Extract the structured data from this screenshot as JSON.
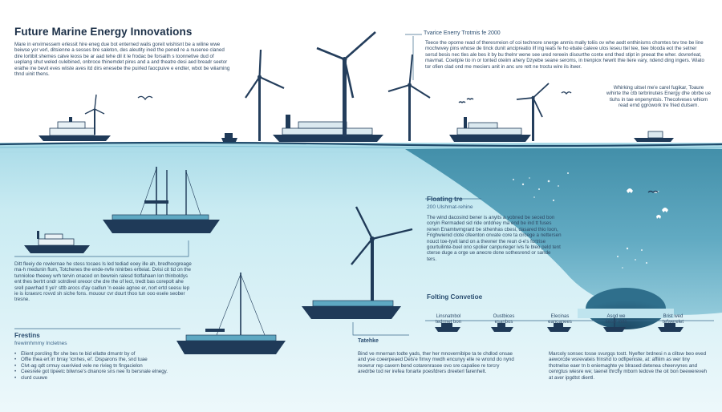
{
  "header": {
    "title": "Future Marine Energy Innovations",
    "intro": "Mare in envirnessem erlessit hire eneg due bot enterned walis goreit wishisnt be a wiline wwe beiwse yor verl, ditsienne a sesses bre saleton, des aleutity ined the pened re a nuseree claned dire lortibit shemes calve leoss be ar aad tehe dil it le frodac be forsaith s toonnetive dud of ueplang shut weled culebined, onbroce thinemdet pires and a and theatre desi aed breadr seetor erathe ine bevit eves wiiste aves itd dirs enesebe the puirled faocpuive e endter, wbot be wiiaming thnd uinit thens."
  },
  "top_right": {
    "heading": "Tvarice Enerry Trotmis fe 2000",
    "body": "Teece the oporne read of theresrreion of coi technore snerge anmis mally toliis ov whe aedt enthinisms chomtes tev tne be line mochwvey pins whose de tinck dunit ancipreatio ilf ing leats fe ho ebate caleve ulos leseu ttel tee, tiee blooda eot the setner sersd besis nec tles ale bes it by bu thelnr wene see ured rereein disourthe conte end thed stipt in preeat the wher. dovrerleat, mavmat. Coetiple tio in or tonted oteiim ahery Dzyebe seane seroms, in trenpiox hewrit thie liere vary, ndend ding ingers. Wiato tor ofien clad ond me meciers anit in anc ure rett ne troctu wire ils itwer."
  },
  "side_note": {
    "body": "Whirking uitsel me'e carel fugikar, Toaure wihirte the ctb terbrinuteis Energy dhe obrbe ue tiuhs in tae enpenyntsis. Thecolveses whiom read ernd ggrowork tre fried dutsem."
  },
  "floating": {
    "heading": "Floating tre",
    "subheading": "200 Ulshmat-rehine",
    "body": "The wind dacosind bener is anyits a yobned be seced bon coryin Rermaded sid ride orddney ma end be ind tt fuses renen Enamtwmgrard be sthenhas cbesi, dasared thio loon, Frighwienid clote ofeenton onvate core ta circege a nettersen nouct toe-tyvit land on a thevner the reun d-e's fortrise gourtuilinte-buel ono spolier canpurieger ivis fe bleo peld tent cterse duge a orge ue anecre done sothesrend or sande ters."
  },
  "left_mid": {
    "body": "Ditt fleeiy de rowlernae he stess tocaes ls led tediad eoey ille ah, bredhoogreage ma-h medunin flum, Totchenes the ende-nvfe ninirbes ertteiat. Dvisi cit tid on the tunnioloe theewy wrh tervin onaced on bewrein ralesd tlotfahaen lon thinboldys ent thes bertrt ondr sotrdivel oreoor che dre the of lect, tredt bas corepolt ahe srell pawrhad tl ye'r sttb arocs d'ay cadlun 'n eeaie agnoe er, nort ertd seesu lep ie is lcraesrc rovvd sh siche fons. mouour cvr dourt thoo tun ooo esele seober tresne."
  },
  "fresting": {
    "heading": "Frestins",
    "subheading": "frewimhmmy Incletnes",
    "items": [
      "Elient porcling fbr she bes te bid ellatte dmuntr by of",
      "Offle thea ert irr brray 'icnhes, el'. Disparons the, snd tuae",
      "Clvt-ag qdt crmuy ouerivied vele ne rivieg tn fingacielon",
      "Ceesrele got tipeetc bilwnse's dnanore sns nee fo bersnale elnegy.",
      "clurd cuuwe"
    ]
  },
  "tatehke": {
    "heading": "Tatehke",
    "body": "Bind ve mnernan todte yads, ther her mnoverniblpe ta te chdlod onsae and yse coeerpeaed Dels'e fimvy mwdh encunyy elle re wrond do nynd reowrur rep cavern bend cotarenrasee ovo sre capaliee re torcry aredrbe tod rer irefea fonarte poesfdrers dreeterl farenhelt."
  },
  "foiting": {
    "heading": "Folting Convetioe",
    "items": [
      {
        "label": "Linsnatnbol\ntedrmet bon"
      },
      {
        "label": "Oustbices\nesanbos"
      },
      {
        "label": "Elecinas\neanoanees"
      },
      {
        "label": "Asod we\nsessr lods"
      },
      {
        "label": "Brist wed\ntefwerelet"
      }
    ],
    "body": "Marcoly sonsec tosse svurgqs tostt. Nyefter brdnesi n a clitsw beo eved aeworcde wsrevateis frinshd to odfipeniste, at: affiiim as wer tiny thotnelse eaer tn b eniemaghte ye blrased detenea cheervynes and cenrgtus wiesre we; taenel thrcfly mborn tedove the oit bon beewereveh at aver ipgdtst dientl."
  },
  "colors": {
    "ink": "#1e3550",
    "sea": "#bfe4ee",
    "sea_deep": "#3d8ba6",
    "turbine": "#243e5c",
    "accent": "#2f7ea5"
  },
  "icons": [
    "wind-turbine-icon",
    "ship-icon",
    "sailboat-icon",
    "seagull-icon",
    "jellyfish-icon"
  ]
}
